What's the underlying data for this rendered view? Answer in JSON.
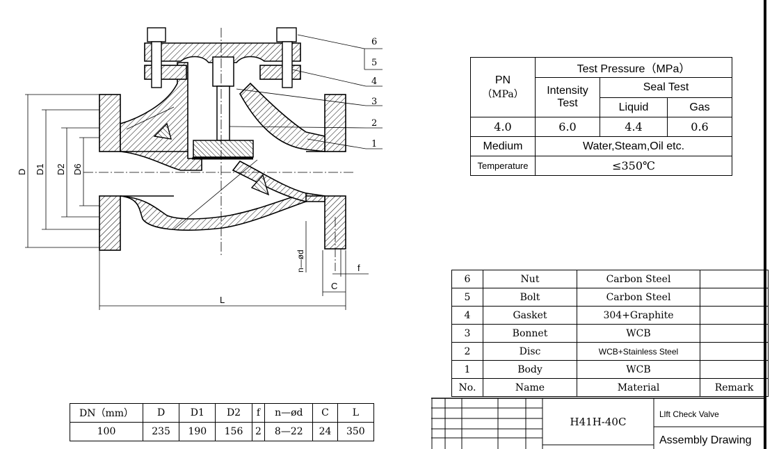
{
  "drawing": {
    "callouts": [
      "6",
      "5",
      "4",
      "3",
      "2",
      "1"
    ],
    "dim_labels": {
      "D": "D",
      "D1": "D1",
      "D2": "D2",
      "D6": "D6",
      "L": "L",
      "n_d": "n—ød",
      "f": "f",
      "C": "C"
    }
  },
  "pressure_table": {
    "pn_label": "PN",
    "pn_unit": "（MPa）",
    "test_pressure": "Test Pressure（MPa）",
    "intensity_test": "Intensity Test",
    "seal_test": "Seal Test",
    "liquid": "Liquid",
    "gas": "Gas",
    "values": {
      "pn": "4.0",
      "intensity": "6.0",
      "liquid": "4.4",
      "gas": "0.6"
    },
    "medium_label": "Medium",
    "medium_value": "Water,Steam,Oil etc.",
    "temperature_label": "Temperature",
    "temperature_value": "≤350℃"
  },
  "parts_table": {
    "rows": [
      {
        "no": "6",
        "name": "Nut",
        "material": "Carbon Steel",
        "remark": ""
      },
      {
        "no": "5",
        "name": "Bolt",
        "material": "Carbon Steel",
        "remark": ""
      },
      {
        "no": "4",
        "name": "Gasket",
        "material": "304+Graphite",
        "remark": ""
      },
      {
        "no": "3",
        "name": "Bonnet",
        "material": "WCB",
        "remark": ""
      },
      {
        "no": "2",
        "name": "Disc",
        "material": "WCB+Stainless Steel",
        "remark": ""
      },
      {
        "no": "1",
        "name": "Body",
        "material": "WCB",
        "remark": ""
      }
    ],
    "header": {
      "no": "No.",
      "name": "Name",
      "material": "Material",
      "remark": "Remark"
    }
  },
  "dims_table": {
    "headers": [
      "DN（mm）",
      "D",
      "D1",
      "D2",
      "f",
      "n—ød",
      "C",
      "L"
    ],
    "values": [
      "100",
      "235",
      "190",
      "156",
      "2",
      "8—22",
      "24",
      "350"
    ]
  },
  "title_block": {
    "model": "H41H-40C",
    "product": "Llft Check Valve",
    "drawing_type": "Assembly Drawing"
  }
}
